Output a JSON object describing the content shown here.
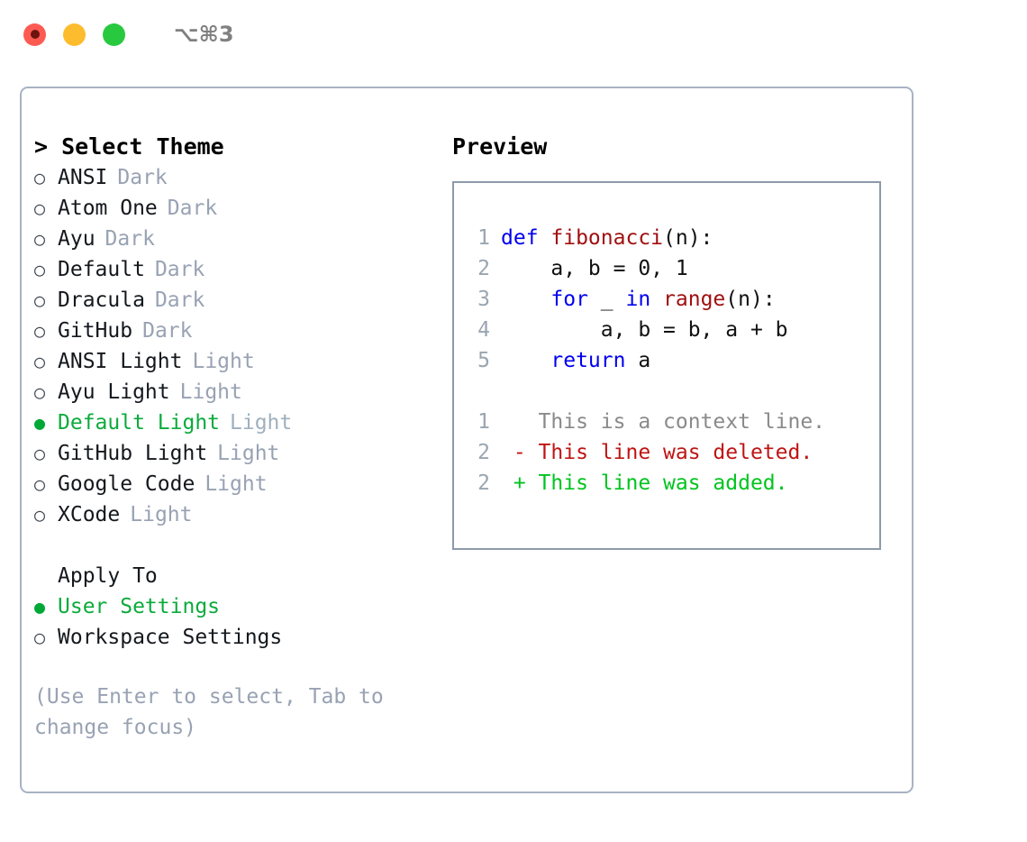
{
  "titlebar": {
    "shortcut": "⌥⌘3",
    "buttons": [
      {
        "name": "close",
        "color": "#fd5b52"
      },
      {
        "name": "minimize",
        "color": "#fdbc2e"
      },
      {
        "name": "maximize",
        "color": "#28c93f"
      }
    ]
  },
  "theme_list": {
    "header": "> Select Theme",
    "items": [
      {
        "marker": "○",
        "name": "ANSI",
        "tag": "Dark",
        "selected": false
      },
      {
        "marker": "○",
        "name": "Atom One",
        "tag": "Dark",
        "selected": false
      },
      {
        "marker": "○",
        "name": "Ayu",
        "tag": "Dark",
        "selected": false
      },
      {
        "marker": "○",
        "name": "Default",
        "tag": "Dark",
        "selected": false
      },
      {
        "marker": "○",
        "name": "Dracula",
        "tag": "Dark",
        "selected": false
      },
      {
        "marker": "○",
        "name": "GitHub",
        "tag": "Dark",
        "selected": false
      },
      {
        "marker": "○",
        "name": "ANSI Light",
        "tag": "Light",
        "selected": false
      },
      {
        "marker": "○",
        "name": "Ayu Light",
        "tag": "Light",
        "selected": false
      },
      {
        "marker": "●",
        "name": "Default Light",
        "tag": "Light",
        "selected": true
      },
      {
        "marker": "○",
        "name": "GitHub Light",
        "tag": "Light",
        "selected": false
      },
      {
        "marker": "○",
        "name": "Google Code",
        "tag": "Light",
        "selected": false
      },
      {
        "marker": "○",
        "name": "XCode",
        "tag": "Light",
        "selected": false
      }
    ]
  },
  "apply_to": {
    "title": "Apply To",
    "items": [
      {
        "marker": "●",
        "name": "User Settings",
        "selected": true
      },
      {
        "marker": "○",
        "name": "Workspace Settings",
        "selected": false
      }
    ]
  },
  "hint": "(Use Enter to select, Tab to change focus)",
  "preview": {
    "title": "Preview",
    "code_lines": [
      {
        "no": "1",
        "tokens": [
          {
            "t": "def ",
            "c": "kw"
          },
          {
            "t": "fibonacci",
            "c": "fn"
          },
          {
            "t": "(n):",
            "c": "pl"
          }
        ]
      },
      {
        "no": "2",
        "tokens": [
          {
            "t": "    a, b = 0, 1",
            "c": "pl"
          }
        ]
      },
      {
        "no": "3",
        "tokens": [
          {
            "t": "    ",
            "c": "pl"
          },
          {
            "t": "for",
            "c": "kw"
          },
          {
            "t": " _ ",
            "c": "pl"
          },
          {
            "t": "in",
            "c": "kw"
          },
          {
            "t": " ",
            "c": "pl"
          },
          {
            "t": "range",
            "c": "fn"
          },
          {
            "t": "(n):",
            "c": "pl"
          }
        ]
      },
      {
        "no": "4",
        "tokens": [
          {
            "t": "        a, b = b, a + b",
            "c": "pl"
          }
        ]
      },
      {
        "no": "5",
        "tokens": [
          {
            "t": "    ",
            "c": "pl"
          },
          {
            "t": "return",
            "c": "kw"
          },
          {
            "t": " a",
            "c": "pl"
          }
        ]
      }
    ],
    "diff_lines": [
      {
        "no": "1",
        "marker": " ",
        "text": "This is a context line.",
        "kind": "ctx"
      },
      {
        "no": "2",
        "marker": "-",
        "text": "This line was deleted.",
        "kind": "del"
      },
      {
        "no": "2",
        "marker": "+",
        "text": "This line was added.",
        "kind": "add"
      }
    ]
  },
  "colors": {
    "accent_green": "#0bab3c",
    "muted": "#98a2b3",
    "keyword": "#0000ee",
    "function": "#a01010",
    "deleted": "#c01414",
    "added": "#00c41e",
    "border": "#a8b3c2",
    "preview_border": "#8d9aaa"
  }
}
